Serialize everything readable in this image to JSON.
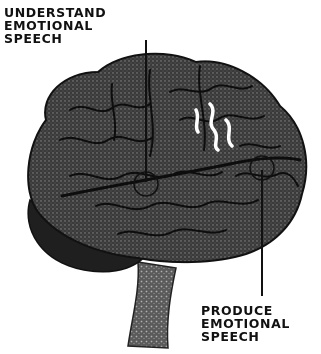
{
  "labels": {
    "understand": [
      "UNDERSTAND",
      "EMOTIONAL",
      "SPEECH"
    ],
    "produce": [
      "PRODUCE",
      "EMOTIONAL",
      "SPEECH"
    ]
  },
  "colors": {
    "ink": "#111111",
    "brain_dark": "#1c1c1c",
    "brain_mid": "#4a4a4a",
    "highlight": "#ffffff",
    "background": "#ffffff"
  }
}
